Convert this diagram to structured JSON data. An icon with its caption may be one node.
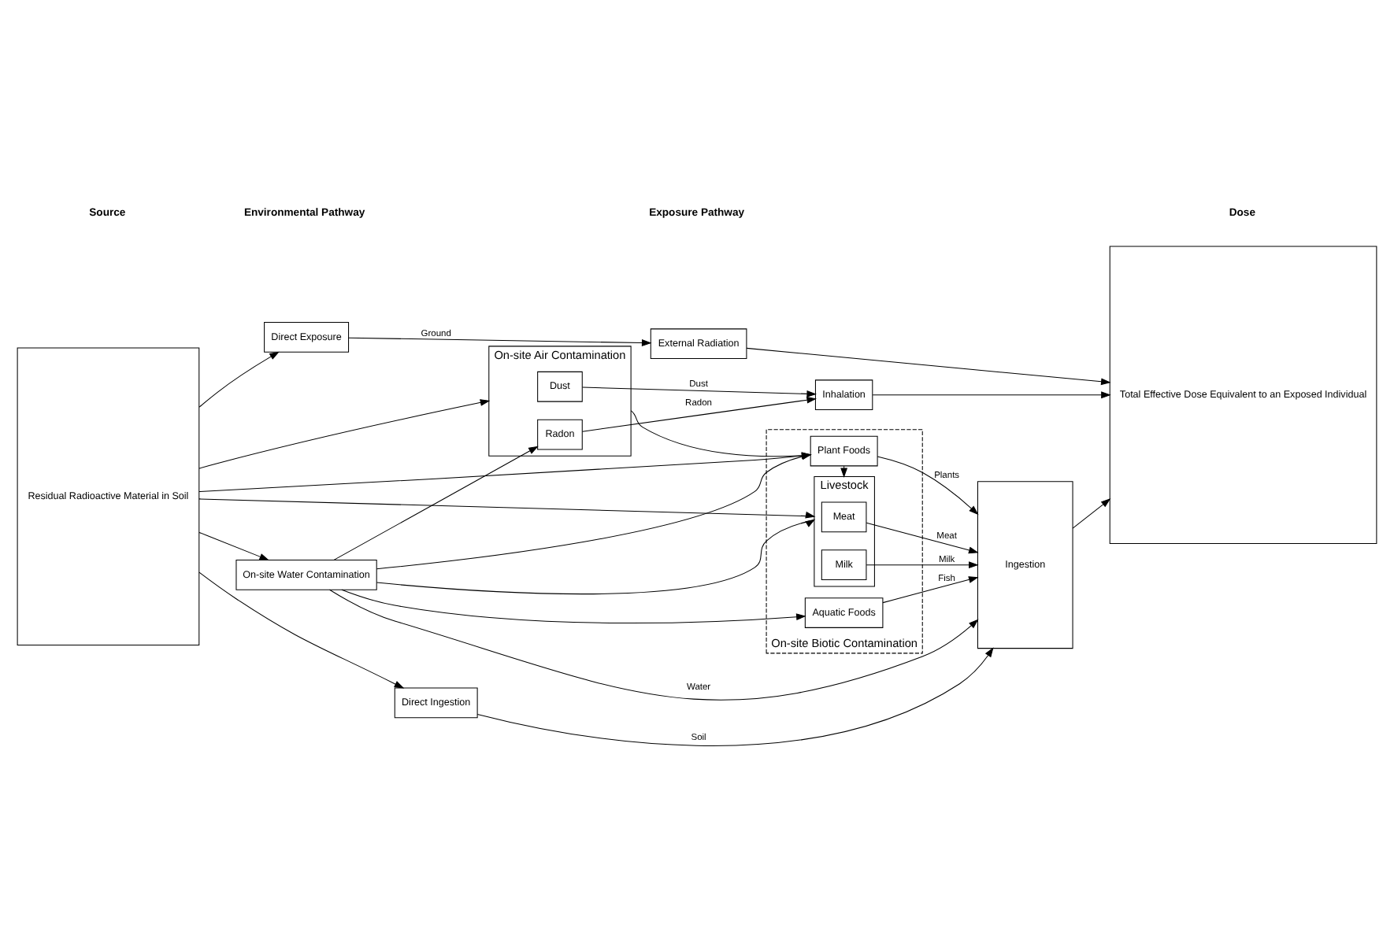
{
  "diagram": {
    "nodes": [
      {
        "text": [
          "Residual Radioactive Material in Soil"
        ]
      },
      {
        "text": [
          "Direct Exposure"
        ]
      },
      {
        "text": [
          "On-site Air Contamination"
        ]
      },
      {
        "text": [
          "Dust"
        ],
        "in": 2
      },
      {
        "text": [
          "Radon"
        ],
        "in": 2
      },
      {
        "text": [
          "On-site Biotic Contamination"
        ]
      },
      {
        "text": [
          "Plant Foods"
        ],
        "in": 5
      },
      {
        "text": [
          "Livestock"
        ],
        "in": 5
      },
      {
        "text": [
          "Meat"
        ],
        "in": 7
      },
      {
        "text": [
          "Milk"
        ],
        "in": 7
      },
      {
        "text": [
          "Aquatic Foods"
        ],
        "in": 5
      },
      {
        "text": [
          "On-site Water Contamination"
        ]
      },
      {
        "text": [
          "Direct Ingestion"
        ]
      },
      {
        "text": [
          "External Radiation"
        ]
      },
      {
        "text": [
          "Inhalation"
        ]
      },
      {
        "text": [
          "Ingestion"
        ]
      },
      {
        "text": [
          "Total Effective Dose Equivalent to an Exposed Individual"
        ]
      }
    ],
    "edges": [
      {
        "from": 0,
        "to": 1,
        "arrow": "to"
      },
      {
        "from": 0,
        "to": 2,
        "arrow": "to"
      },
      {
        "from": 0,
        "to": 6,
        "arrow": "to"
      },
      {
        "from": 0,
        "to": 7,
        "arrow": "to"
      },
      {
        "from": 0,
        "to": 11,
        "arrow": "to"
      },
      {
        "from": 0,
        "to": 12,
        "arrow": "to"
      },
      {
        "from": 2,
        "to": 6,
        "arrow": "to"
      },
      {
        "from": 11,
        "to": 6,
        "arrow": "to"
      },
      {
        "from": 11,
        "to": 7,
        "arrow": "to"
      },
      {
        "from": 11,
        "to": 10,
        "arrow": "to"
      },
      {
        "from": 11,
        "to": 4,
        "arrow": "to"
      },
      {
        "from": 6,
        "to": 7,
        "arrow": "to"
      },
      {
        "from": 1,
        "to": 13,
        "label": "Ground",
        "arrow": "to"
      },
      {
        "from": 3,
        "to": 14,
        "label": "Dust",
        "arrow": "to"
      },
      {
        "from": 4,
        "to": 14,
        "label": "Radon",
        "arrow": "to"
      },
      {
        "from": 6,
        "to": 15,
        "label": "Plants",
        "arrow": "to"
      },
      {
        "from": 8,
        "to": 15,
        "label": "Meat",
        "arrow": "to"
      },
      {
        "from": 9,
        "to": 15,
        "label": "Milk",
        "arrow": "to"
      },
      {
        "from": 10,
        "to": 15,
        "label": "Fish",
        "arrow": "to"
      },
      {
        "from": 11,
        "to": 15,
        "label": "Water",
        "arrow": "to"
      },
      {
        "from": 12,
        "to": 15,
        "label": "Soil",
        "arrow": "to"
      },
      {
        "from": 13,
        "to": 16,
        "arrow": "to"
      },
      {
        "from": 14,
        "to": 16,
        "arrow": "to"
      },
      {
        "from": 15,
        "to": 16,
        "arrow": "to"
      }
    ],
    "labels": [
      "Source",
      "Environmental Pathway",
      "Exposure Pathway",
      "Dose"
    ]
  }
}
